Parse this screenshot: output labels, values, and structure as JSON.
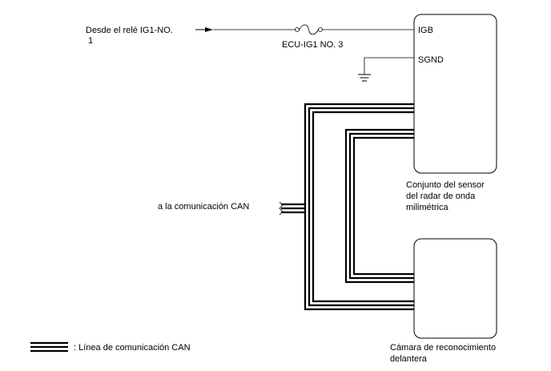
{
  "source": {
    "line1": "Desde el relé IG1-NO.",
    "line2": "1"
  },
  "fuse": {
    "label": "ECU-IG1 NO. 3"
  },
  "radar_ecu": {
    "pin_igb": "IGB",
    "pin_sgnd": "SGND",
    "name_lines": [
      "Conjunto del sensor",
      "del radar de onda",
      "milimétrica"
    ]
  },
  "camera": {
    "name_lines": [
      "Cámara de reconocimiento",
      "delantera"
    ]
  },
  "can": {
    "label": "a la comunicación CAN"
  },
  "legend": {
    "can_line_label": ": Línea de comunicación CAN"
  },
  "colors": {
    "line": "#000000",
    "background": "#ffffff"
  }
}
